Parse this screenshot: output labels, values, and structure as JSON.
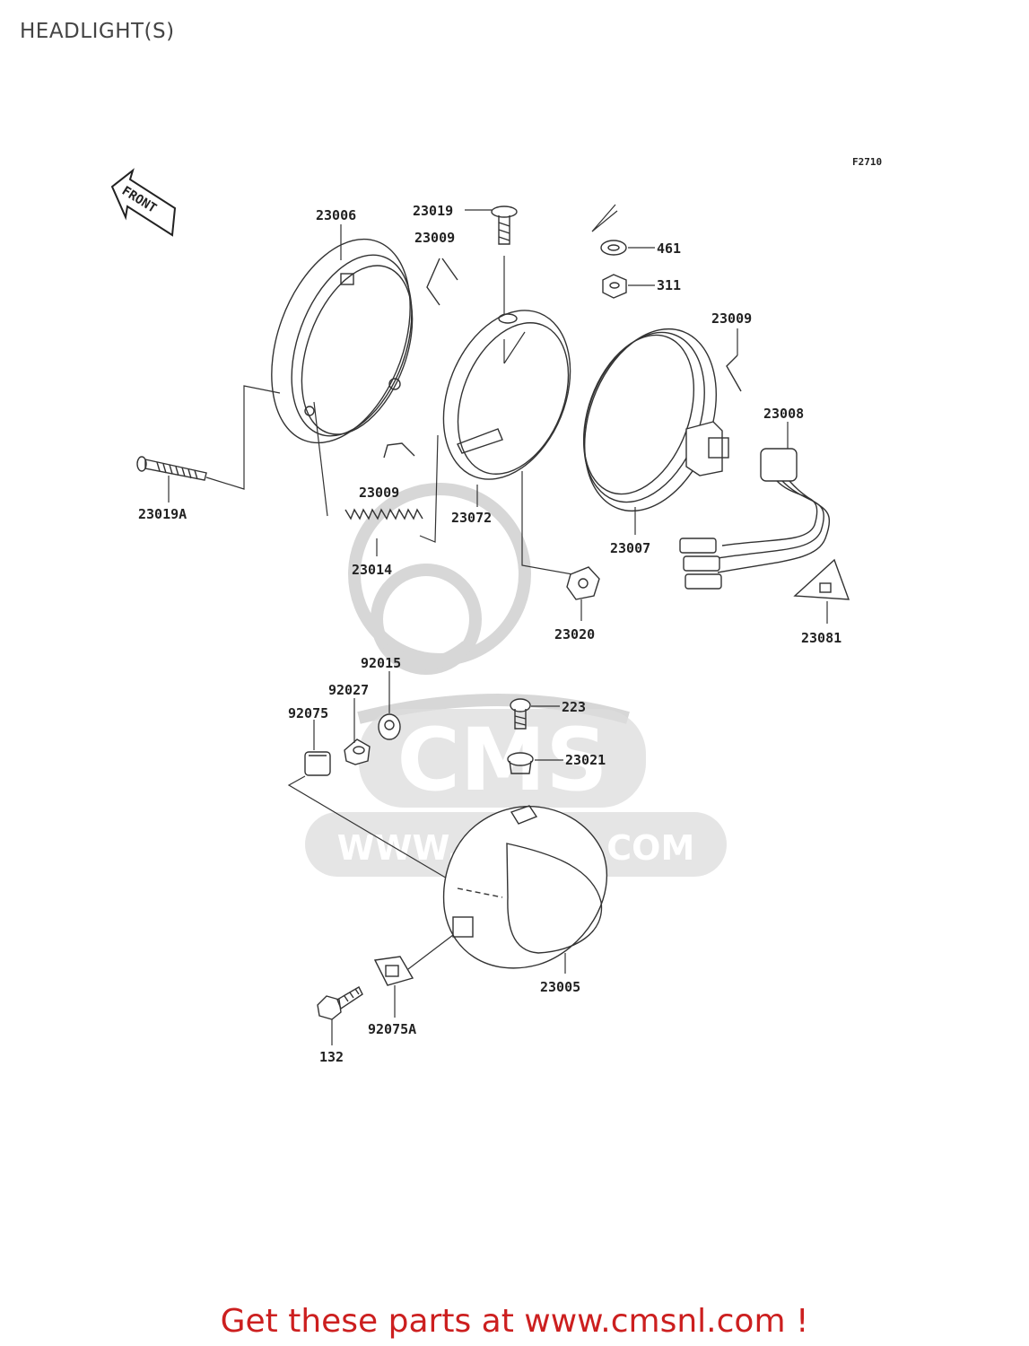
{
  "title": "HEADLIGHT(S)",
  "figure_code": "F2710",
  "front_label": "FRONT",
  "footer_text": "Get these parts at www.cmsnl.com !",
  "watermark": {
    "brand": "CMS",
    "site": "WWW.CMSNL.COM"
  },
  "parts": {
    "p23006": "23006",
    "p23019": "23019",
    "p23009a": "23009",
    "p461": "461",
    "p311": "311",
    "p23009b": "23009",
    "p23008": "23008",
    "p23019A": "23019A",
    "p23009c": "23009",
    "p23072": "23072",
    "p23007": "23007",
    "p23014": "23014",
    "p23020": "23020",
    "p23081": "23081",
    "p92015": "92015",
    "p92027": "92027",
    "p92075": "92075",
    "p223": "223",
    "p23021": "23021",
    "p23005": "23005",
    "p92075A": "92075A",
    "p132": "132"
  },
  "colors": {
    "footer": "#cc1f1f",
    "line": "#333333",
    "watermark": "#dcdcdc"
  }
}
